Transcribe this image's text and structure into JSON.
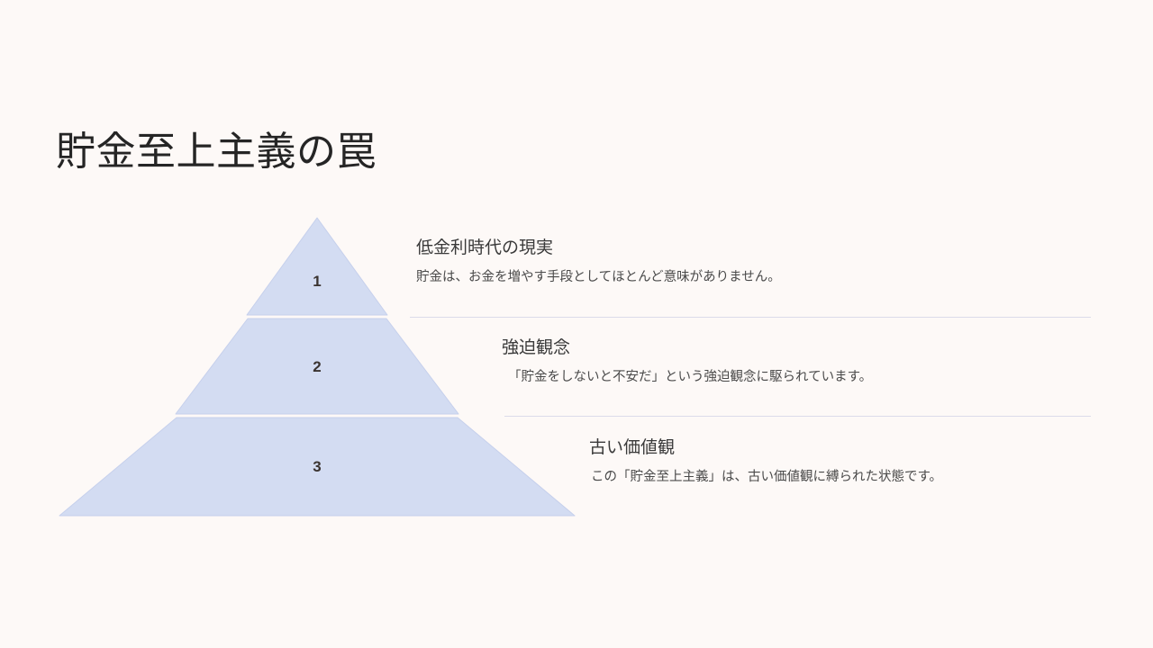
{
  "slide": {
    "title": "貯金至上主義の罠",
    "background_color": "#fdf9f7",
    "title_color": "#252525"
  },
  "pyramid": {
    "fill_color": "#d3dcf2",
    "stroke_color": "#c2cdea",
    "number_color": "#3a3330",
    "tiers": [
      {
        "number": "1",
        "heading": "低金利時代の現実",
        "description": "貯金は、お金を増やす手段としてほとんど意味がありません。"
      },
      {
        "number": "2",
        "heading": "強迫観念",
        "description": "「貯金をしないと不安だ」という強迫観念に駆られています。"
      },
      {
        "number": "3",
        "heading": "古い価値観",
        "description": "この「貯金至上主義」は、古い価値観に縛られた状態です。"
      }
    ]
  },
  "dividers": {
    "color": "#dcdcea",
    "count": 2
  }
}
